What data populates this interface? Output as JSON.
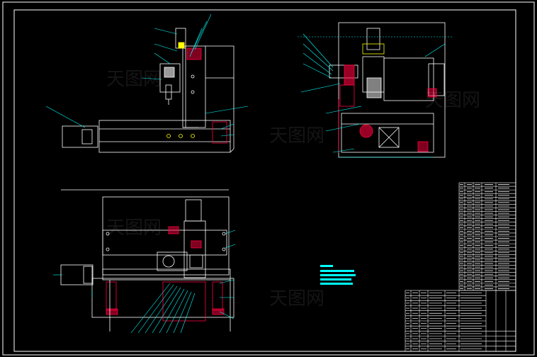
{
  "drawing": {
    "background": "#000000",
    "line_color": "#ffffff",
    "dim_color": "#00ffff",
    "highlight_color": "#ff0040",
    "accent_color": "#ffff00",
    "notes_color": "#00ffff",
    "views": [
      "front-view",
      "side-view",
      "top-view"
    ]
  },
  "title_block": {
    "row_count": 30
  },
  "watermark": {
    "text": "天图网"
  }
}
